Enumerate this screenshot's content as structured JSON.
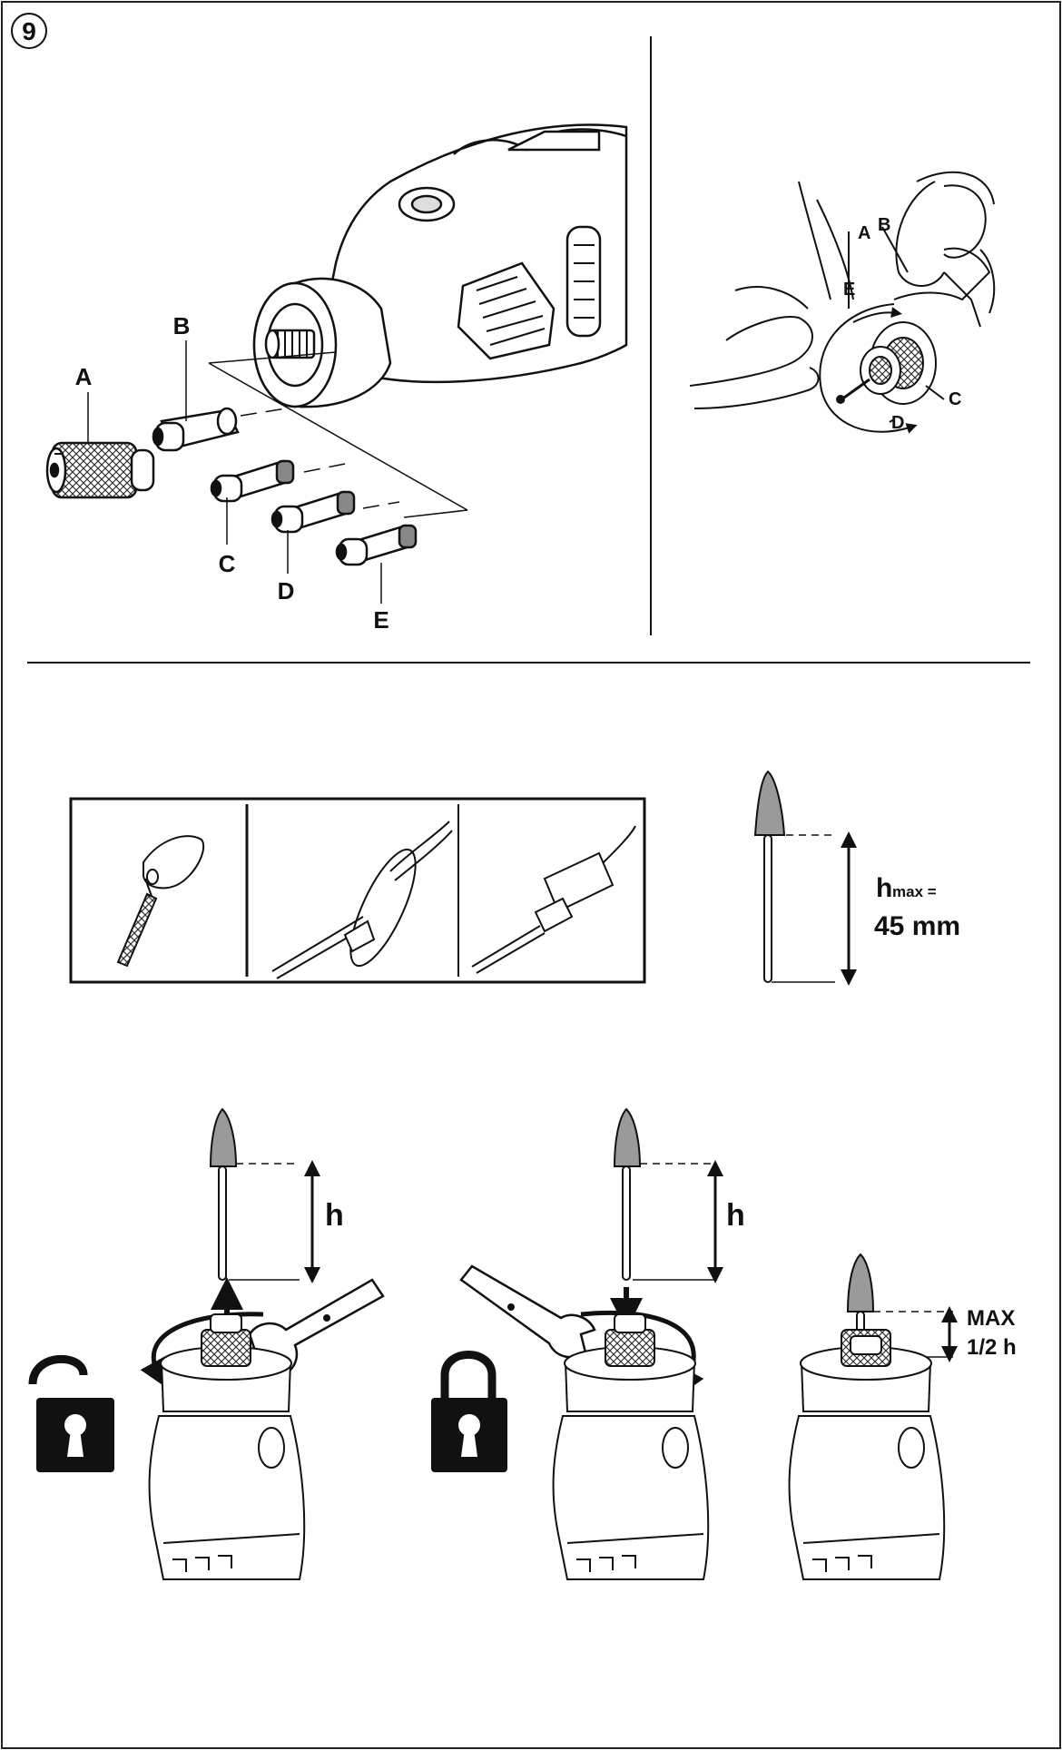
{
  "figure": {
    "number": "9"
  },
  "parts": {
    "collet_nut": "A",
    "collet_b": "B",
    "collet_c": "C",
    "collet_d": "D",
    "collet_e": "E"
  },
  "detail_labels": {
    "a": "A",
    "b": "B",
    "c": "C",
    "d": "D",
    "e": "E"
  },
  "hmax": {
    "symbol": "h",
    "subscript": "max =",
    "value": "45 mm"
  },
  "steps": {
    "step1_h": "h",
    "step2_h": "h",
    "step3_max": "MAX",
    "step3_fraction": "1/2 h"
  },
  "colors": {
    "ink": "#111111",
    "tip_fill": "#9a9a9a",
    "knurl": "#bdbdbd"
  }
}
